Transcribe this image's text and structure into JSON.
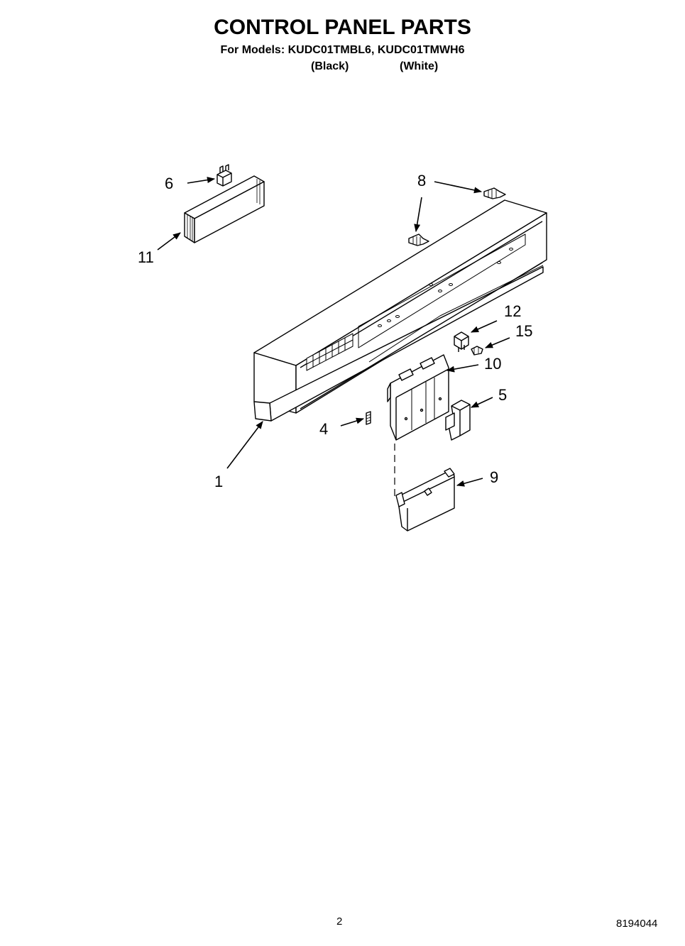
{
  "header": {
    "title": "CONTROL PANEL PARTS",
    "subtitle": "For Models: KUDC01TMBL6, KUDC01TMWH6",
    "color_black": "(Black)",
    "color_white": "(White)"
  },
  "callouts": [
    "6",
    "11",
    "8",
    "12",
    "15",
    "10",
    "5",
    "4",
    "1",
    "9"
  ],
  "footer": {
    "page_number": "2",
    "doc_number": "8194044"
  }
}
